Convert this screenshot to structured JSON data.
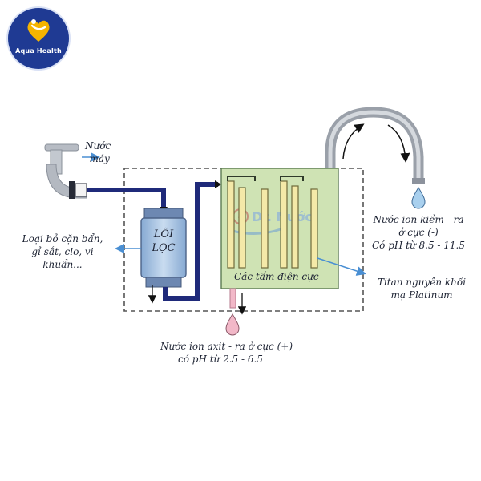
{
  "brand": {
    "name": "Aqua Health",
    "brand_color": "#1f3a93",
    "accent_color": "#f5b400"
  },
  "labels": {
    "tap_water": [
      "Nước",
      "máy"
    ],
    "filter_core": [
      "LÕI",
      "LỌC"
    ],
    "removes": [
      "Loại bỏ cặn bẩn,",
      "gỉ sắt, clo, vi",
      "khuẩn..."
    ],
    "electrodes": "Các tấm điện cực",
    "alkaline": [
      "Nước ion kiềm - ra",
      "ở cực (-)",
      "Có pH từ 8.5 - 11.5"
    ],
    "titanium": [
      "Titan nguyên khối",
      "mạ Platinum"
    ],
    "acidic": [
      "Nước ion axit - ra ở cực (+)",
      "có pH từ 2.5 - 6.5"
    ],
    "watermark": "Dr. Nước"
  },
  "colors": {
    "pipe": "#1f2a7a",
    "chamber_fill": "#cfe3b4",
    "chamber_stroke": "#5c7a52",
    "electrode_fill": "#f4e9a8",
    "filter_fill": "#a7c4e2",
    "alkaline_drop": "#a9d0ee",
    "acid_drop": "#f2b8c8",
    "arrow": "#4a8fd3"
  }
}
